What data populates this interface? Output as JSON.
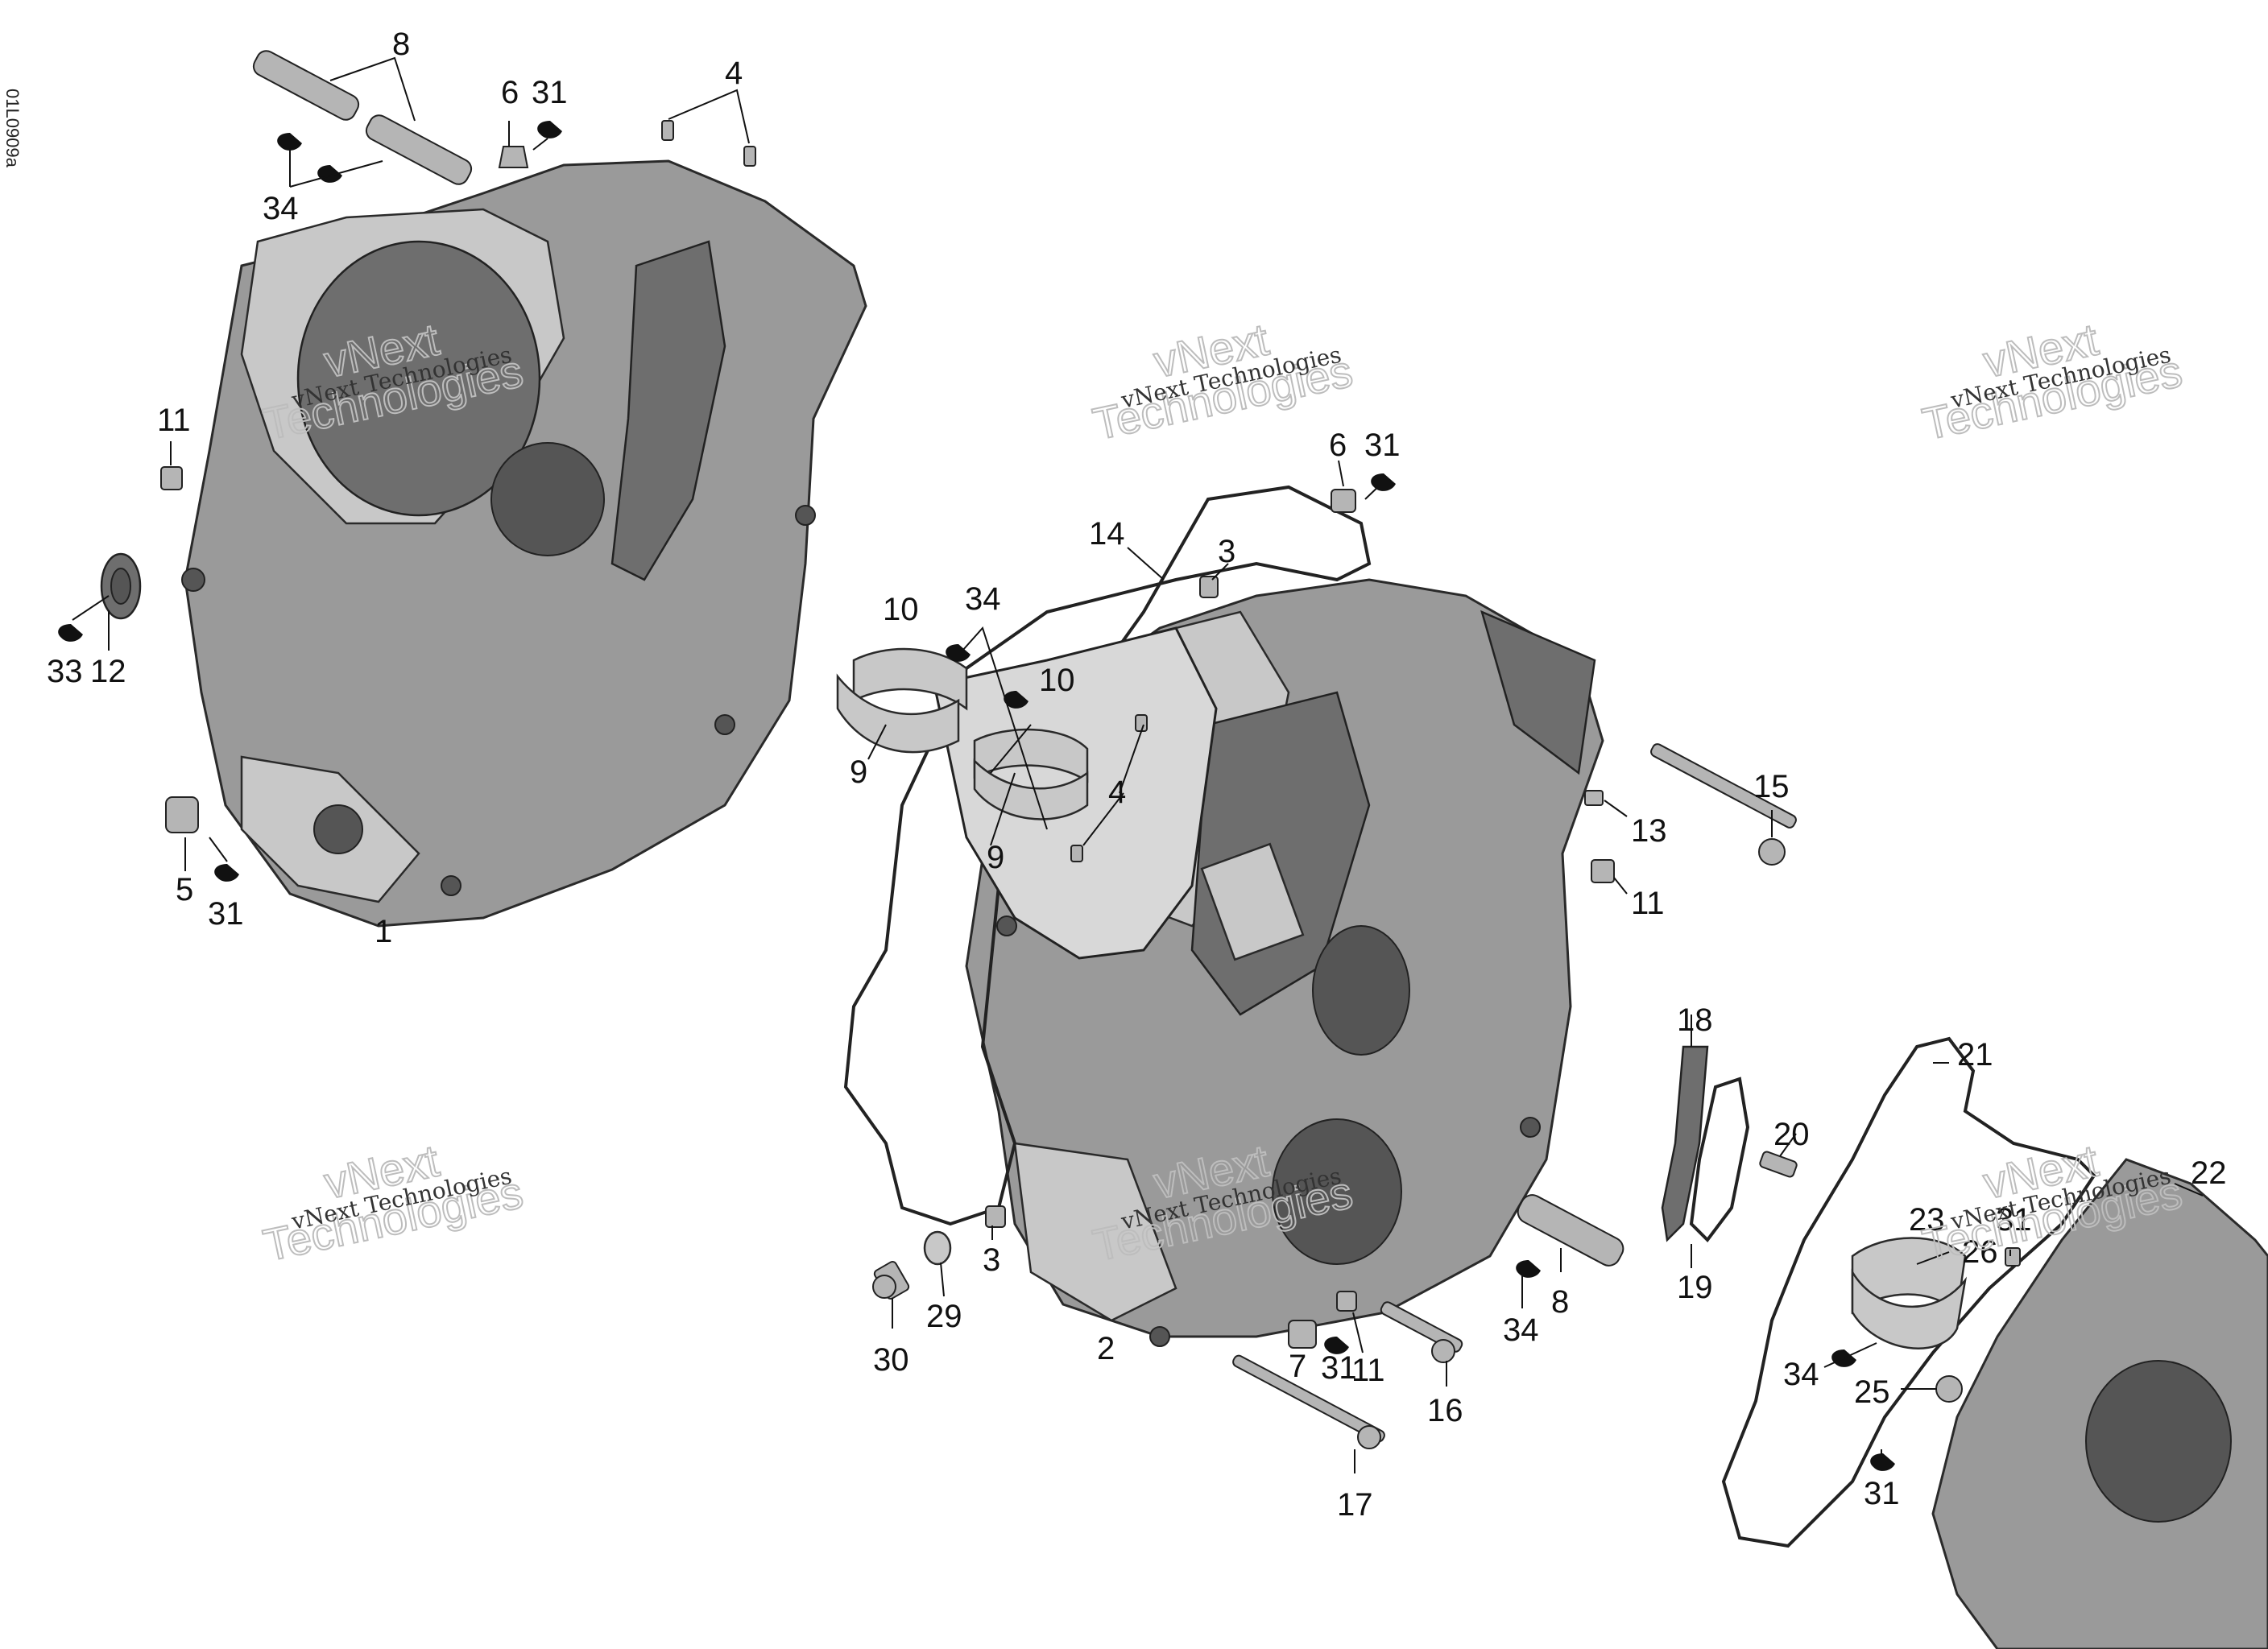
{
  "document_id": "01L0909a",
  "watermark": {
    "line1": "vNext",
    "line2": "Technologies",
    "small": "vNext Technologies"
  },
  "callouts": [
    "1",
    "2",
    "3",
    "3",
    "4",
    "4",
    "5",
    "6",
    "6",
    "7",
    "8",
    "8",
    "9",
    "9",
    "10",
    "10",
    "11",
    "11",
    "11",
    "11",
    "12",
    "13",
    "14",
    "15",
    "16",
    "17",
    "18",
    "19",
    "20",
    "21",
    "22",
    "23",
    "25",
    "26",
    "29",
    "30",
    "31",
    "31",
    "31",
    "31",
    "31",
    "31",
    "31",
    "33",
    "34",
    "34",
    "34",
    "34"
  ]
}
